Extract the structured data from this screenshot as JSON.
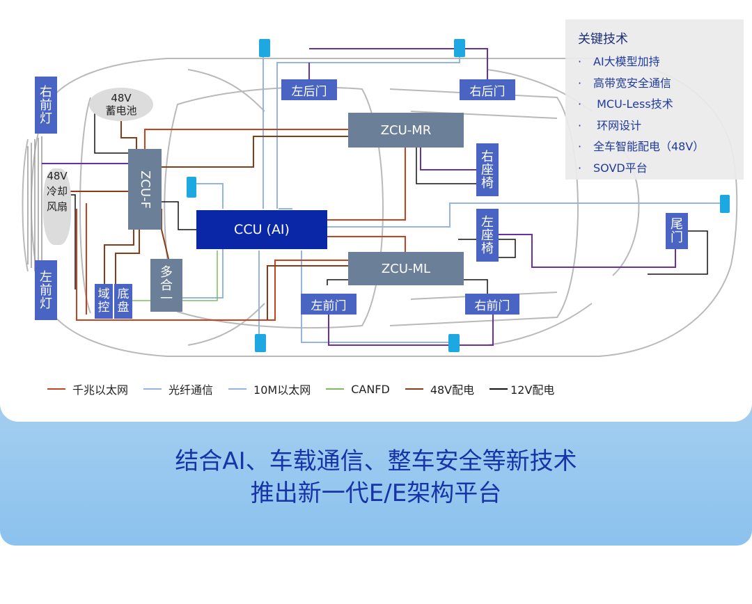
{
  "tech_panel": {
    "title": "关键技术",
    "items": [
      "AI大模型加持",
      "高带宽安全通信",
      " MCU-Less技术",
      " 环网设计",
      "全车智能配电（48V）",
      "SOVD平台"
    ]
  },
  "nodes": {
    "right_headlight": "右前灯",
    "left_headlight": "左前灯",
    "battery": {
      "line1": "48V",
      "line2": "蓄电池"
    },
    "fan": "48V冷却风扇",
    "zcu_f": "ZCU-F",
    "zcu_mr": "ZCU-MR",
    "zcu_ml": "ZCU-ML",
    "ccu": "CCU (AI)",
    "rear_left_door": "左后门",
    "rear_right_door": "右后门",
    "right_seat": "右座椅",
    "left_seat": "左座椅",
    "tailgate": "尾门",
    "front_left_door": "左前门",
    "front_right_door": "右前门",
    "domain_ctrl": "域控",
    "chassis": "底盘",
    "multi_in_one": "多合一"
  },
  "legend": [
    {
      "label": "千兆以太网",
      "color": "#c8401c"
    },
    {
      "label": "光纤通信",
      "color": "#93b4e4"
    },
    {
      "label": "10M以太网",
      "color": "#93b4e4"
    },
    {
      "label": "CANFD",
      "color": "#7bbd5a"
    },
    {
      "label": "48V配电",
      "color": "#8a3a14"
    },
    {
      "label": "12V配电",
      "color": "#111111"
    }
  ],
  "headline": {
    "line1": "结合AI、车载通信、整车安全等新技术",
    "line2": "推出新一代E/E架构平台"
  },
  "colors": {
    "gigabit": "#c8401c",
    "optical": "#93b4e4",
    "canfd": "#7bbd5a",
    "power48": "#8a3a14",
    "power12": "#111111",
    "door_link": "#6a2fa6",
    "node_blue": "#4a64c4",
    "node_gray": "#6b7f98",
    "ccu": "#0a27a8"
  }
}
